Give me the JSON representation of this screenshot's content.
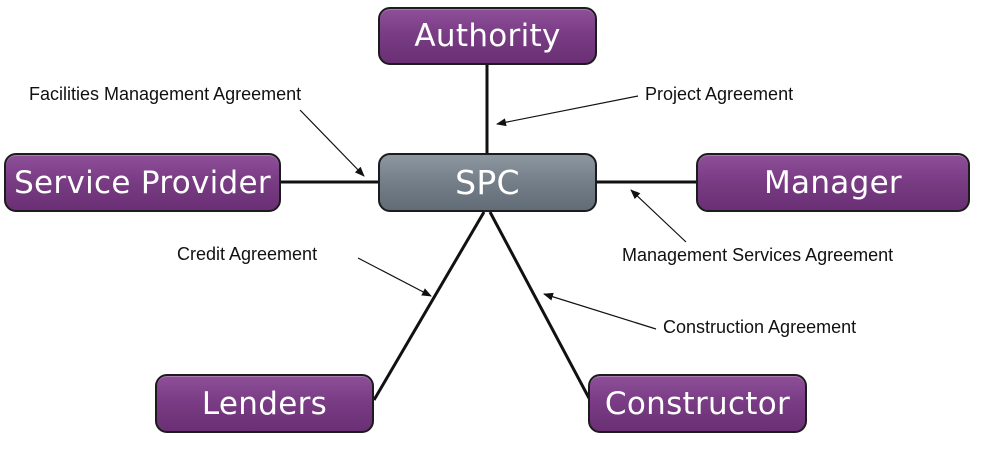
{
  "nodes": {
    "center": "SPC",
    "authority": "Authority",
    "service_provider": "Service Provider",
    "manager": "Manager",
    "lenders": "Lenders",
    "constructor": "Constructor"
  },
  "agreements": {
    "facilities": "Facilities Management Agreement",
    "project": "Project Agreement",
    "management_services": "Management Services Agreement",
    "credit": "Credit Agreement",
    "construction": "Construction Agreement"
  },
  "colors": {
    "node_fill": "#7a3d85",
    "hub_fill": "#737e88",
    "outline": "#1c1c1c",
    "line": "#111111"
  }
}
